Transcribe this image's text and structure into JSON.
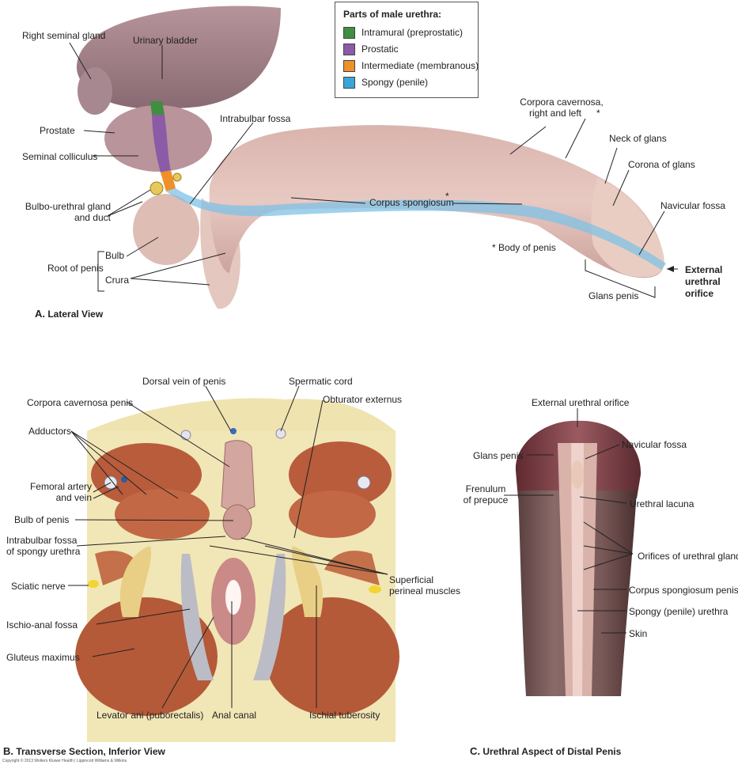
{
  "legend": {
    "title": "Parts of male urethra:",
    "items": [
      {
        "label": "Intramural (preprostatic)",
        "color": "#3f8f3f"
      },
      {
        "label": "Prostatic",
        "color": "#8b5ba8"
      },
      {
        "label": "Intermediate (membranous)",
        "color": "#f0902a"
      },
      {
        "label": "Spongy (penile)",
        "color": "#3aa6d8"
      }
    ]
  },
  "panel_a": {
    "letter": "A.",
    "caption": "Lateral View",
    "labels": {
      "right_seminal_gland": "Right seminal gland",
      "urinary_bladder": "Urinary bladder",
      "prostate": "Prostate",
      "seminal_colliculus": "Seminal colliculus",
      "intrabulbar_fossa": "Intrabulbar fossa",
      "bulbo_urethral_line1": "Bulbo-urethral gland",
      "bulbo_urethral_line2": "and duct",
      "root_of_penis": "Root of penis",
      "bulb": "Bulb",
      "crura": "Crura",
      "corpora_cavernosa_line1": "Corpora cavernosa,",
      "corpora_cavernosa_line2": "right and left",
      "asterisk": "*",
      "corpus_spongiosum": "Corpus spongiosum",
      "body_of_penis": "* Body of penis",
      "neck_of_glans": "Neck of glans",
      "corona_of_glans": "Corona of glans",
      "navicular_fossa": "Navicular fossa",
      "external_urethral_line1": "External",
      "external_urethral_line2": "urethral",
      "external_urethral_line3": "orifice",
      "glans_penis": "Glans penis"
    }
  },
  "panel_b": {
    "letter": "B.",
    "caption": "Transverse Section, Inferior View",
    "labels": {
      "dorsal_vein": "Dorsal vein of penis",
      "spermatic_cord": "Spermatic cord",
      "corpora_cavernosa_penis": "Corpora cavernosa penis",
      "obturator_externus": "Obturator externus",
      "adductors": "Adductors",
      "femoral_line1": "Femoral artery",
      "femoral_line2": "and vein",
      "bulb_of_penis": "Bulb of penis",
      "intrabulbar_line1": "Intrabulbar fossa",
      "intrabulbar_line2": "of spongy urethra",
      "superficial_line1": "Superficial",
      "superficial_line2": "perineal muscles",
      "sciatic_nerve": "Sciatic nerve",
      "ischio_anal_fossa": "Ischio-anal fossa",
      "gluteus_maximus": "Gluteus maximus",
      "levator_ani": "Levator ani (puborectalis)",
      "anal_canal": "Anal canal",
      "ischial_tuberosity": "Ischial tuberosity"
    }
  },
  "panel_c": {
    "letter": "C.",
    "caption": "Urethral Aspect of Distal Penis",
    "labels": {
      "external_urethral_orifice": "External urethral orifice",
      "glans_penis": "Glans penis",
      "navicular_fossa": "Navicular fossa",
      "frenulum_line1": "Frenulum",
      "frenulum_line2": "of prepuce",
      "urethral_lacuna": "Urethral lacuna",
      "orifices_urethral_glands": "Orifices of urethral glands",
      "corpus_spongiosum_penis": "Corpus spongiosum penis",
      "spongy_urethra": "Spongy (penile) urethra",
      "skin": "Skin"
    }
  },
  "copyright": "Copyright © 2013 Wolters Kluwer Health | Lippincott Williams & Wilkins"
}
